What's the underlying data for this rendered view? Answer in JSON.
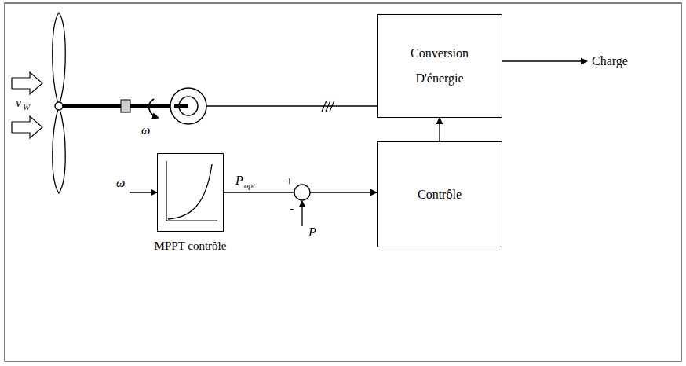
{
  "diagram": {
    "nodes": [
      {
        "text": [
          "Conversion D'énergie"
        ]
      },
      {
        "text": [
          "MPPT contrôle"
        ]
      },
      {
        "text": [
          "Contrôle"
        ]
      }
    ],
    "edges": [
      {
        "from": 1,
        "to": 2,
        "arrow": "to"
      },
      {
        "from": 2,
        "to": 0,
        "arrow": "to"
      }
    ],
    "labels": [
      "v",
      "W",
      "ω",
      "ω",
      "P",
      "opt",
      "+",
      "-",
      "P",
      "Charge"
    ]
  }
}
